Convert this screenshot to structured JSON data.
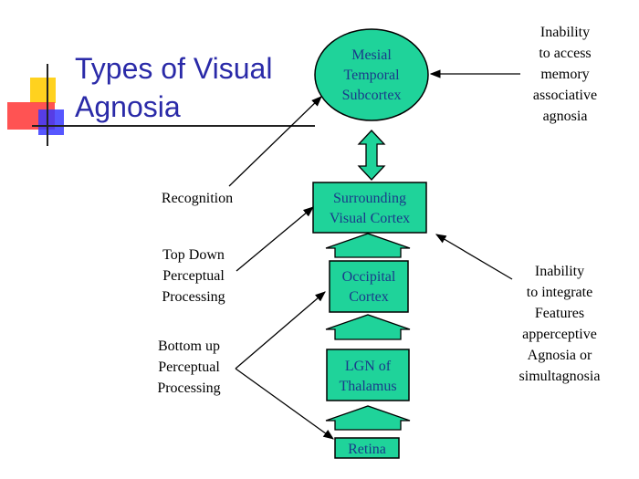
{
  "slide": {
    "title_line1": "Types of Visual",
    "title_line2": "Agnosia"
  },
  "colors": {
    "title": "#2a2aa8",
    "node_fill": "#1fd39a",
    "node_stroke": "#000000",
    "node_text": "#1a3a8a",
    "logo_yellow": "#ffd21f",
    "logo_red": "#ff4040",
    "logo_blue": "#3a3aff"
  },
  "nodes": {
    "mesial": [
      "Mesial",
      "Temporal",
      "Subcortex"
    ],
    "surround": [
      "Surrounding",
      "Visual Cortex"
    ],
    "occipital": [
      "Occipital",
      "Cortex"
    ],
    "lgn": [
      "LGN of",
      "Thalamus"
    ],
    "retina": [
      "Retina"
    ]
  },
  "labels": {
    "recognition": [
      "Recognition"
    ],
    "topdown": [
      "Top Down",
      "Perceptual",
      "Processing"
    ],
    "bottomup": [
      "Bottom up",
      "Perceptual",
      "Processing"
    ],
    "assoc": [
      "Inability",
      "to access",
      "memory",
      "associative",
      "agnosia"
    ],
    "apper": [
      "Inability",
      "to integrate",
      "Features",
      "apperceptive",
      "Agnosia or",
      "simultagnosia"
    ]
  }
}
